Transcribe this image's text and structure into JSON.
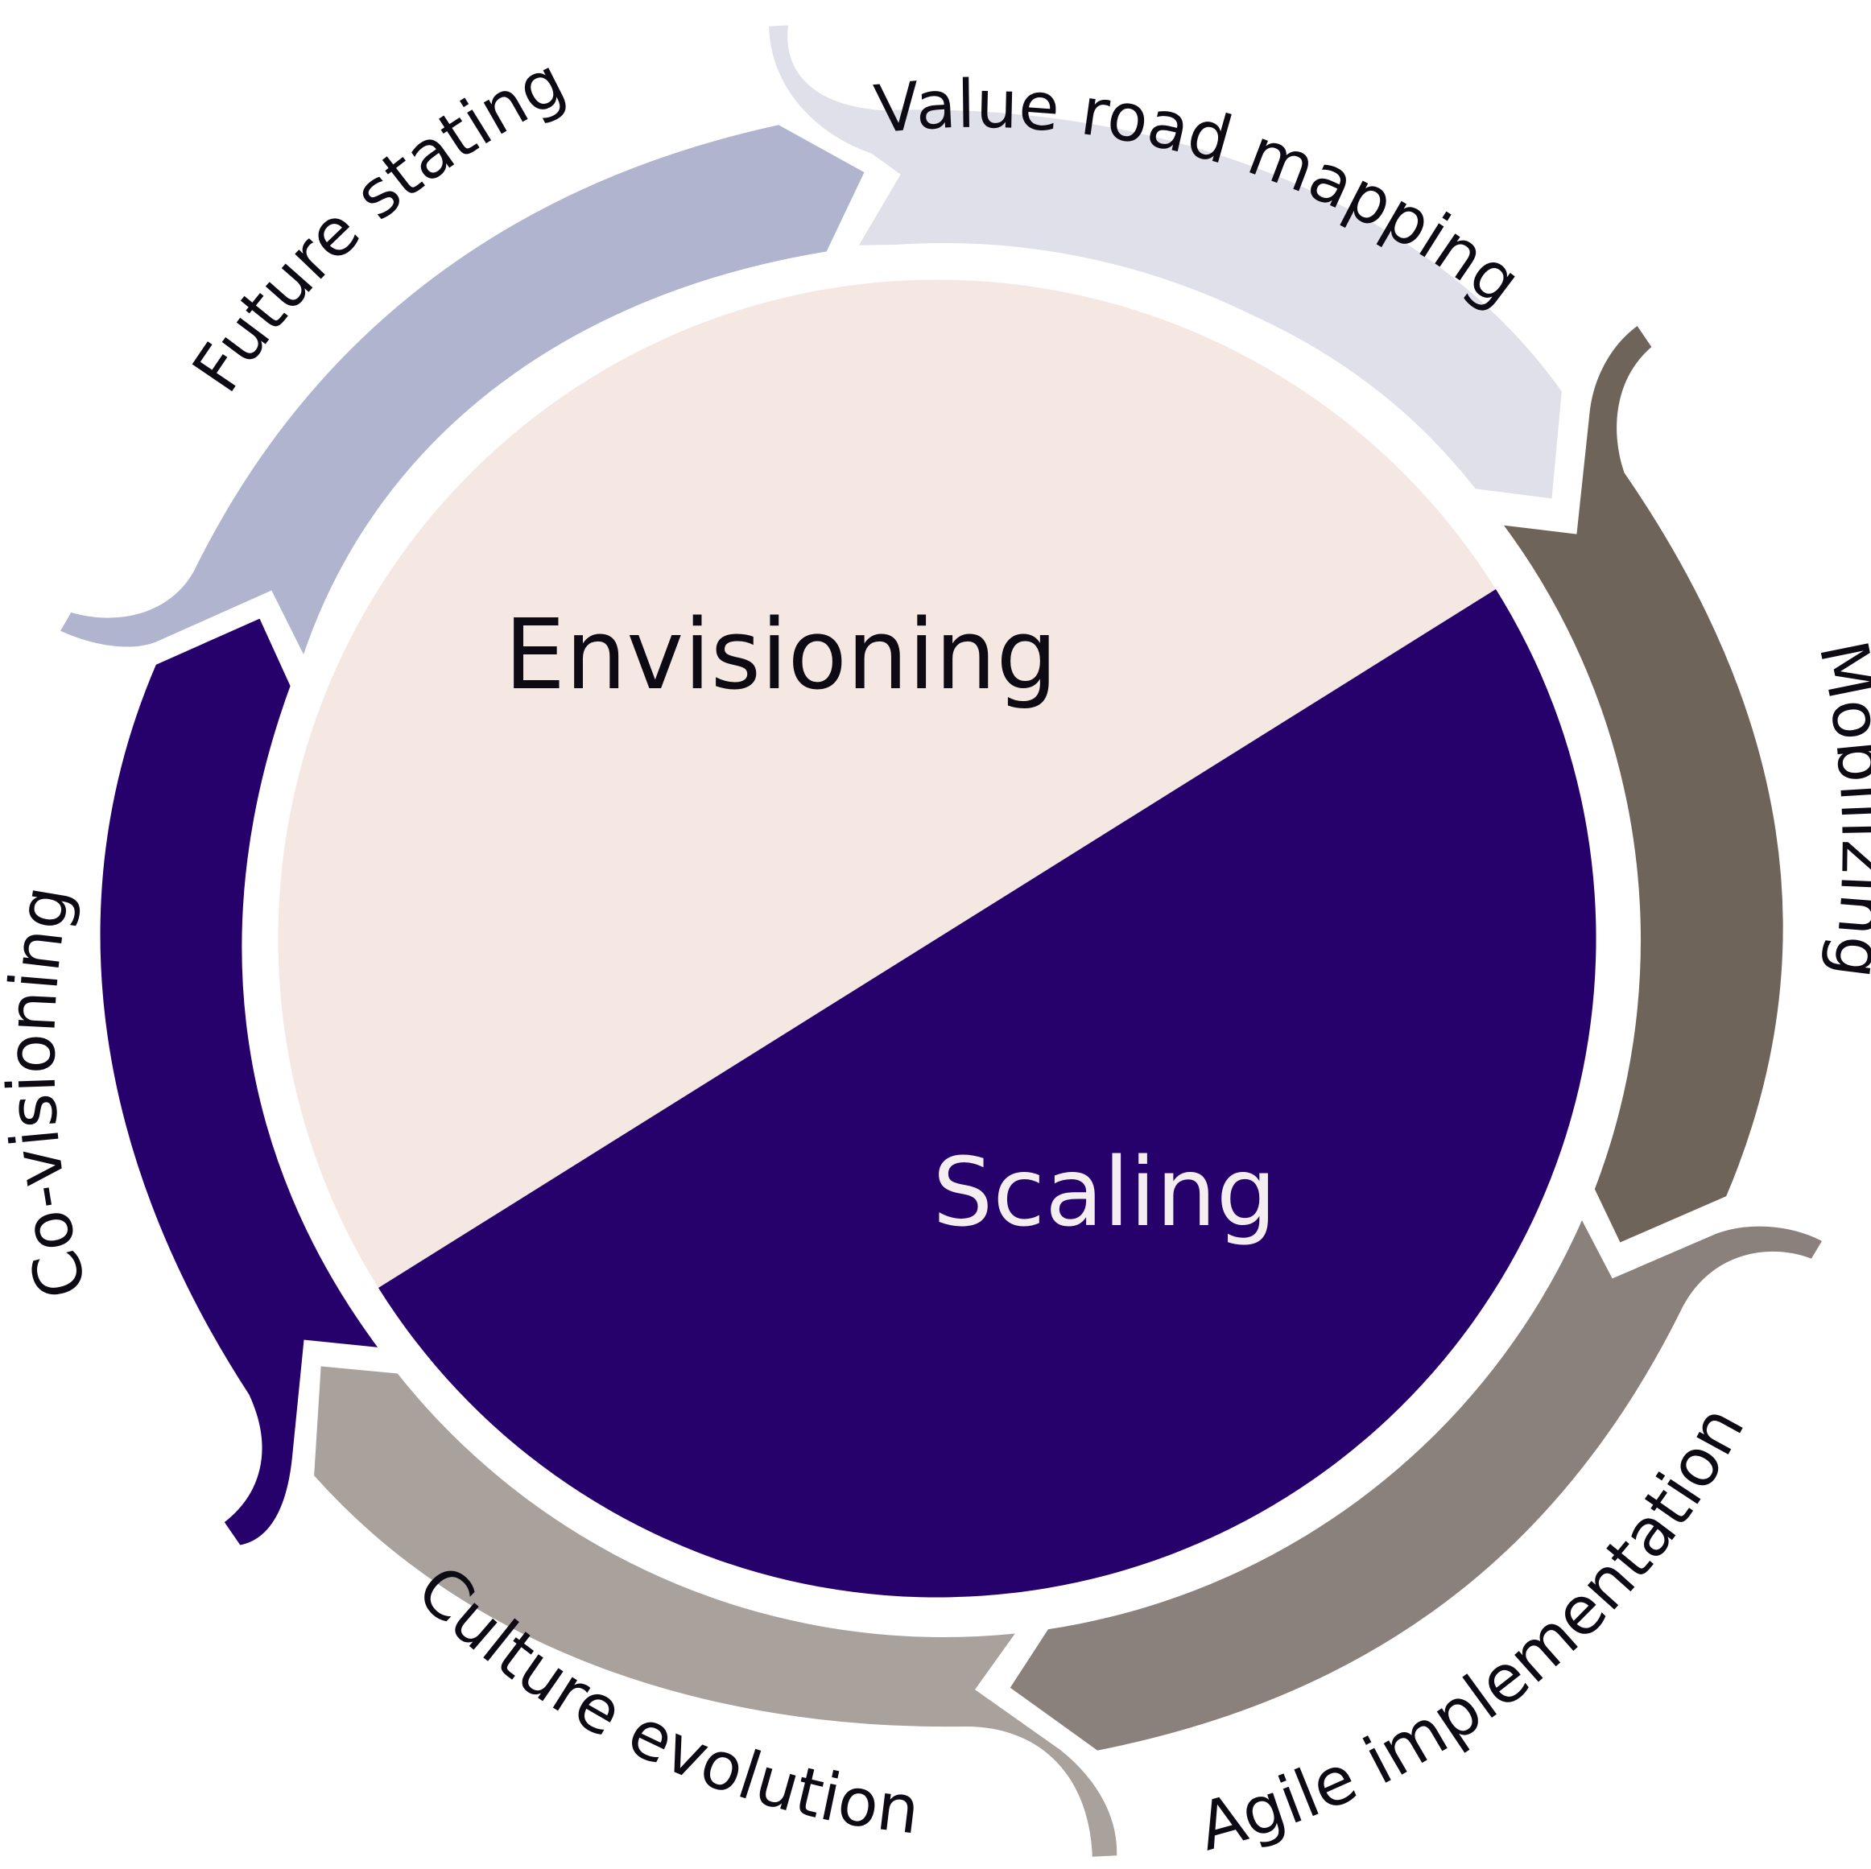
{
  "core": {
    "top_label": "Envisioning",
    "bottom_label": "Scaling"
  },
  "segments": [
    {
      "id": "value-road-mapping",
      "label": "Value road mapping",
      "color": "#e0e0ea"
    },
    {
      "id": "mobilizing",
      "label": "Mobilizing",
      "color": "#6f6459"
    },
    {
      "id": "agile-implementation",
      "label": "Agile implementation",
      "color": "#8b817c"
    },
    {
      "id": "culture-evolution",
      "label": "Culture evolution",
      "color": "#a8a19c"
    },
    {
      "id": "co-visioning",
      "label": "Co-visioning",
      "color": "#26006b"
    },
    {
      "id": "future-stating",
      "label": "Future stating",
      "color": "#b0b4ce"
    }
  ],
  "colors": {
    "envisioning_fill": "#f5e8e3",
    "scaling_fill": "#26006b",
    "scaling_text": "#f4eef0",
    "envisioning_text": "#0d0a14"
  }
}
